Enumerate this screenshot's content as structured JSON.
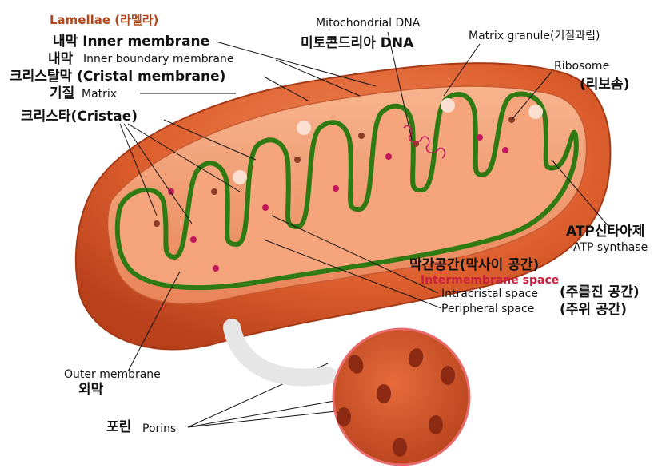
{
  "labels": {
    "lamellae": "Lamellae (라멜라)",
    "inner_membrane": "내막 Inner membrane",
    "inner_boundary_ko": "내막",
    "inner_boundary_en": "Inner boundary membrane",
    "cristal_membrane": "크리스탈막 (Cristal membrane)",
    "matrix_ko": "기질",
    "matrix_en": "Matrix",
    "cristae": "크리스타(Cristae)",
    "mito_dna_en": "Mitochondrial DNA",
    "mito_dna_ko": "미토콘드리아 DNA",
    "matrix_granule": "Matrix granule(기질과립)",
    "ribosome_en": "Ribosome",
    "ribosome_ko": "(리보솜)",
    "atp_synthase_ko": "ATP신타아제",
    "atp_synthase_en": "ATP synthase",
    "intermembrane_ko": "막간공간(막사이 공간)",
    "intermembrane_en": "Intermembrane space",
    "intracristal_en": "Intracristal space",
    "intracristal_ko": "(주름진 공간)",
    "peripheral_en": "Peripheral space",
    "peripheral_ko": "(주위 공간)",
    "outer_membrane_en": "Outer membrane",
    "outer_membrane_ko": "외막",
    "porins_ko": "포린",
    "porins_en": "Porins"
  },
  "colors": {
    "outer_dark": "#c94a1f",
    "outer_mid": "#e06a3a",
    "inner_fill": "#f3a077",
    "crista_green": "#2f7a12",
    "dot_magenta": "#c2185b",
    "dot_brown": "#8c3b26",
    "porin_circle": "#c24b22"
  }
}
